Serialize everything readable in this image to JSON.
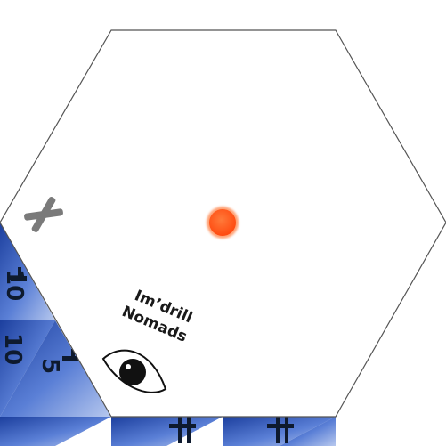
{
  "hex_tile": {
    "label_line1": "Im’drill",
    "label_line2": "Nomads",
    "border_color": "#555555",
    "fill_color": "#ffffff",
    "marker_color": "#ff5a14",
    "close_icon_color": "#7a7a7a"
  },
  "icons": {
    "close": "x-cross-icon",
    "eye": "eye-icon",
    "marker": "orange-dot-icon"
  },
  "adjacent_tiles": [
    {
      "value": "10",
      "color": "#2f56b8"
    },
    {
      "value": "10",
      "color": "#2f56b8"
    },
    {
      "value": "5",
      "color": "#2f56b8"
    }
  ]
}
